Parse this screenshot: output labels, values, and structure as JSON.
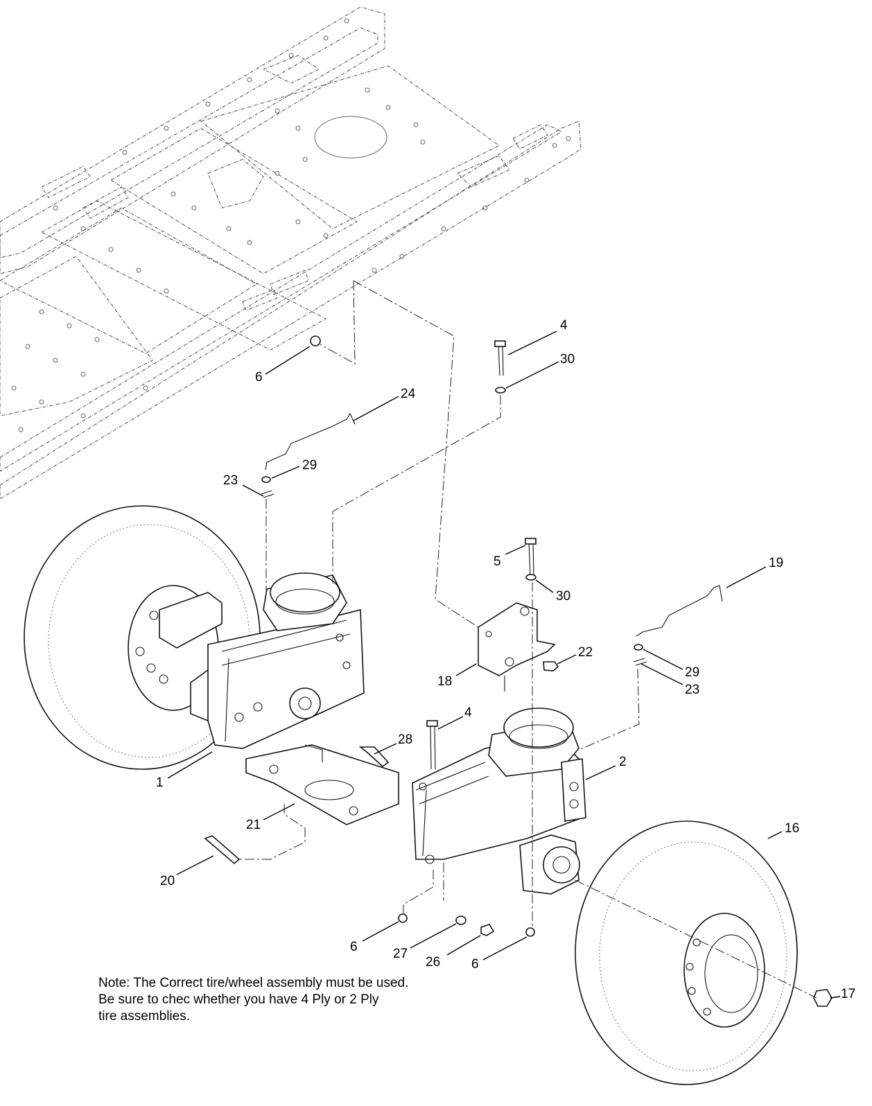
{
  "callouts": [
    {
      "label": "4"
    },
    {
      "label": "30"
    },
    {
      "label": "6"
    },
    {
      "label": "24"
    },
    {
      "label": "29"
    },
    {
      "label": "23"
    },
    {
      "label": "5"
    },
    {
      "label": "19"
    },
    {
      "label": "30"
    },
    {
      "label": "22"
    },
    {
      "label": "18"
    },
    {
      "label": "29"
    },
    {
      "label": "23"
    },
    {
      "label": "4"
    },
    {
      "label": "28"
    },
    {
      "label": "2"
    },
    {
      "label": "1"
    },
    {
      "label": "21"
    },
    {
      "label": "16"
    },
    {
      "label": "20"
    },
    {
      "label": "6"
    },
    {
      "label": "27"
    },
    {
      "label": "26"
    },
    {
      "label": "6"
    },
    {
      "label": "17"
    }
  ],
  "note": {
    "line1": " Note: The Correct tire/wheel assembly must be used.",
    "line2": "Be sure to chec whether you have 4 Ply or 2 Ply",
    "line3": "tire assemblies."
  }
}
